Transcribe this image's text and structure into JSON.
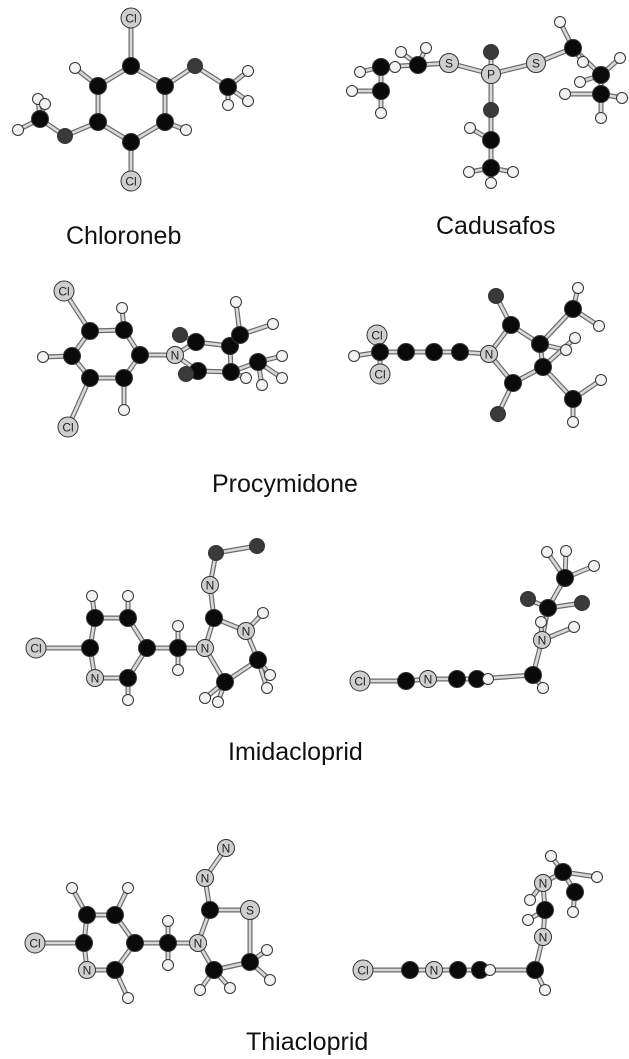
{
  "captions": {
    "chloroneb": "Chloroneb",
    "cadusafos": "Cadusafos",
    "procymidone": "Procymidone",
    "imidacloprid": "Imidacloprid",
    "thiacloprid": "Thiacloprid"
  },
  "atom_symbols": {
    "Cl": "Cl",
    "S": "S",
    "P": "P",
    "N": "N"
  },
  "colors": {
    "carbon": "#0a0a0a",
    "oxygen": "#3a3a3a",
    "hydrogen": "#f2f2f2",
    "heteroatom": "#cfcfcf",
    "bond": "#d8d8d8",
    "bond_stroke": "#6a6a6a"
  }
}
